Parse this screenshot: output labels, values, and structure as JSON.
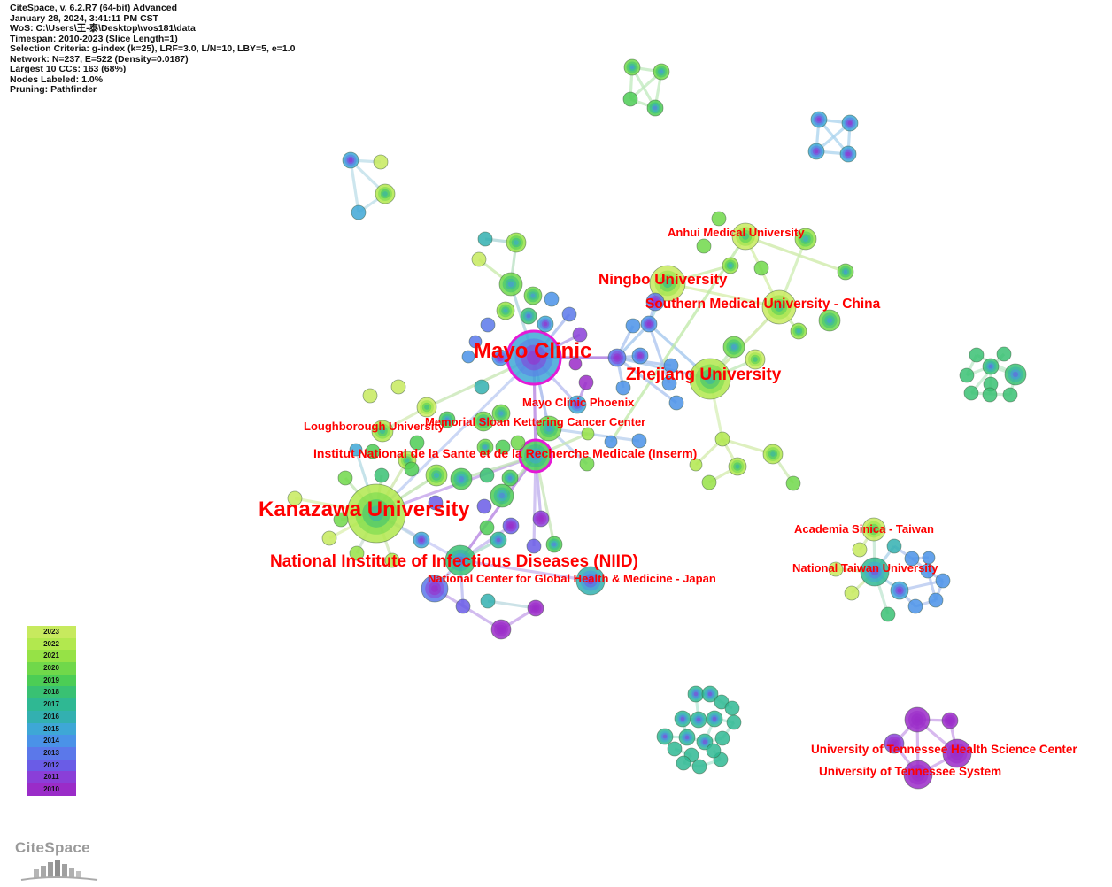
{
  "info_lines": [
    "CiteSpace, v. 6.2.R7 (64-bit) Advanced",
    "January 28, 2024, 3:41:11 PM CST",
    "WoS: C:\\Users\\王-泰\\Desktop\\wos181\\data",
    "Timespan: 2010-2023 (Slice Length=1)",
    "Selection Criteria: g-index (k=25), LRF=3.0, L/N=10, LBY=5, e=1.0",
    "Network: N=237, E=522 (Density=0.0187)",
    "Largest 10 CCs: 163 (68%)",
    "Nodes Labeled: 1.0%",
    "Pruning: Pathfinder"
  ],
  "labels": {
    "kanazawa": "Kanazawa University",
    "mayo": "Mayo Clinic",
    "niid": "National Institute of Infectious Diseases (NIID)",
    "zhejiang": "Zhejiang University",
    "ningbo": "Ningbo University",
    "southern": "Southern Medical University - China",
    "inserm": "Institut National de la Sante et de la Recherche Medicale (Inserm)",
    "anhui": "Anhui Medical University",
    "mayo_phoenix": "Mayo Clinic Phoenix",
    "msk": "Memorial Sloan Kettering Cancer Center",
    "loughborough": "Loughborough University",
    "ncgm": "National Center for Global Health & Medicine - Japan",
    "academia": "Academia Sinica - Taiwan",
    "ntu": "National Taiwan University",
    "uthsc": "University of Tennessee Health Science Center",
    "uts": "University of Tennessee System"
  },
  "legend": {
    "years": [
      "2023",
      "2022",
      "2021",
      "2020",
      "2019",
      "2018",
      "2017",
      "2016",
      "2015",
      "2014",
      "2013",
      "2012",
      "2011",
      "2010"
    ],
    "colors": [
      "#c7ea5e",
      "#b2e84e",
      "#96e246",
      "#70d84a",
      "#4ccd55",
      "#39c173",
      "#2fb893",
      "#33b0b0",
      "#3ea7d6",
      "#4a92e8",
      "#5b78ea",
      "#6a5ce6",
      "#8a3fd8",
      "#9a2cc8"
    ]
  },
  "logo_text": "CiteSpace",
  "colors": {
    "label": "#ff0000",
    "burst_ring": "#e41ad6"
  }
}
